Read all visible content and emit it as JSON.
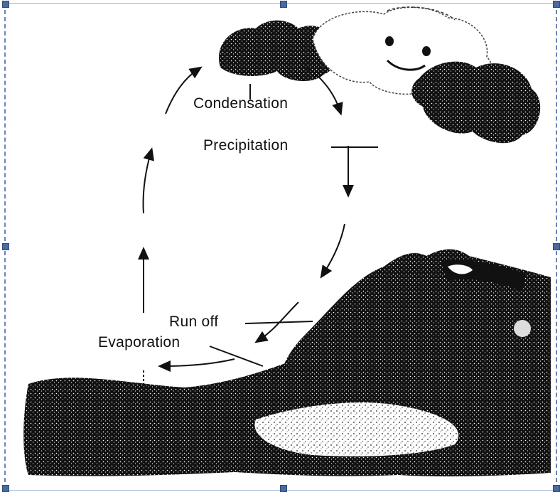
{
  "diagram": {
    "labels": {
      "condensation": "Condensation",
      "precipitation": "Precipitation",
      "run_off": "Run off",
      "evaporation": "Evaporation"
    }
  },
  "colors": {
    "ink": "#111111",
    "background": "#ffffff",
    "selection_handle": "#4a6aa0",
    "selection_border": "#6a86b8"
  },
  "icons": {
    "cloud": "smiling-cloud-icon",
    "mountain": "mountain-landscape-icon",
    "water": "water-body-icon"
  }
}
